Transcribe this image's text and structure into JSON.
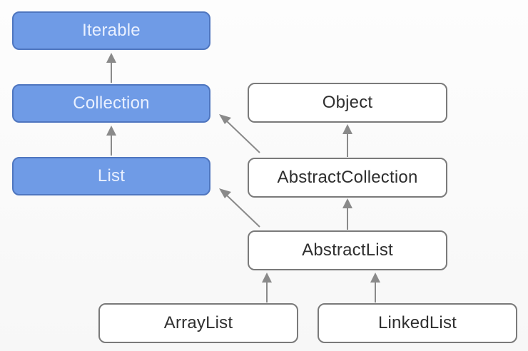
{
  "colors": {
    "interface_fill": "#6f9be6",
    "interface_border": "#4f76bf",
    "interface_text": "#e9f0ff",
    "class_fill": "#ffffff",
    "class_border": "#7a7a7a",
    "class_text": "#2f2f2f",
    "arrow": "#8a8a8a"
  },
  "nodes": {
    "iterable": {
      "label": "Iterable",
      "kind": "interface"
    },
    "collection": {
      "label": "Collection",
      "kind": "interface"
    },
    "list": {
      "label": "List",
      "kind": "interface"
    },
    "object": {
      "label": "Object",
      "kind": "class"
    },
    "abstract_collection": {
      "label": "AbstractCollection",
      "kind": "class"
    },
    "abstract_list": {
      "label": "AbstractList",
      "kind": "class"
    },
    "array_list": {
      "label": "ArrayList",
      "kind": "class"
    },
    "linked_list": {
      "label": "LinkedList",
      "kind": "class"
    }
  },
  "edges": [
    {
      "from": "collection",
      "to": "iterable"
    },
    {
      "from": "list",
      "to": "collection"
    },
    {
      "from": "abstract_collection",
      "to": "object"
    },
    {
      "from": "abstract_collection",
      "to": "collection"
    },
    {
      "from": "abstract_list",
      "to": "abstract_collection"
    },
    {
      "from": "abstract_list",
      "to": "list"
    },
    {
      "from": "array_list",
      "to": "abstract_list"
    },
    {
      "from": "linked_list",
      "to": "abstract_list"
    }
  ]
}
